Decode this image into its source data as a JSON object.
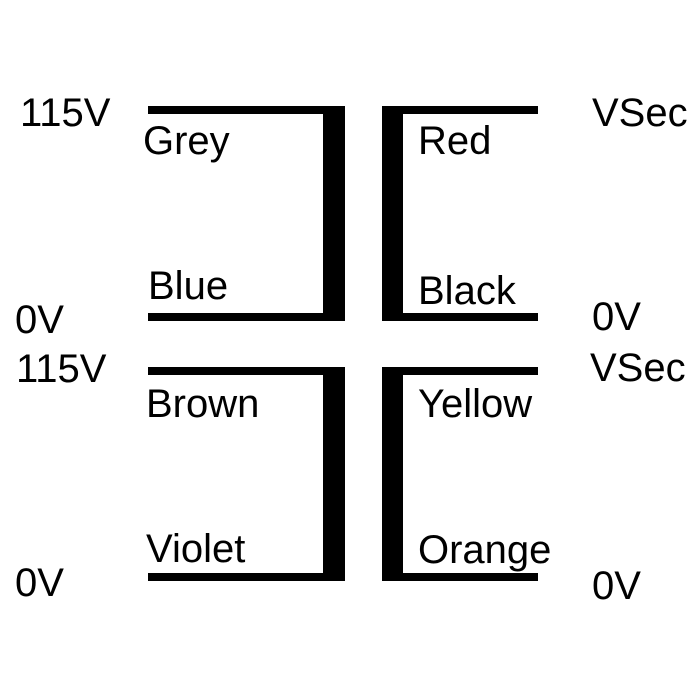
{
  "diagram_type": "transformer-winding-wiring-diagram",
  "colors": {
    "ink": "#000000",
    "background": "#ffffff"
  },
  "windings": [
    {
      "id": "primary-top",
      "side": "left",
      "top": {
        "terminal": "115V",
        "wire": "Grey"
      },
      "bottom": {
        "terminal": "0V",
        "wire": "Blue"
      }
    },
    {
      "id": "secondary-top",
      "side": "right",
      "top": {
        "terminal": "VSec",
        "wire": "Red"
      },
      "bottom": {
        "terminal": "0V",
        "wire": "Black"
      }
    },
    {
      "id": "primary-bottom",
      "side": "left",
      "top": {
        "terminal": "115V",
        "wire": "Brown"
      },
      "bottom": {
        "terminal": "0V",
        "wire": "Violet"
      }
    },
    {
      "id": "secondary-bottom",
      "side": "right",
      "top": {
        "terminal": "VSec",
        "wire": "Yellow"
      },
      "bottom": {
        "terminal": "0V",
        "wire": "Orange"
      }
    }
  ]
}
